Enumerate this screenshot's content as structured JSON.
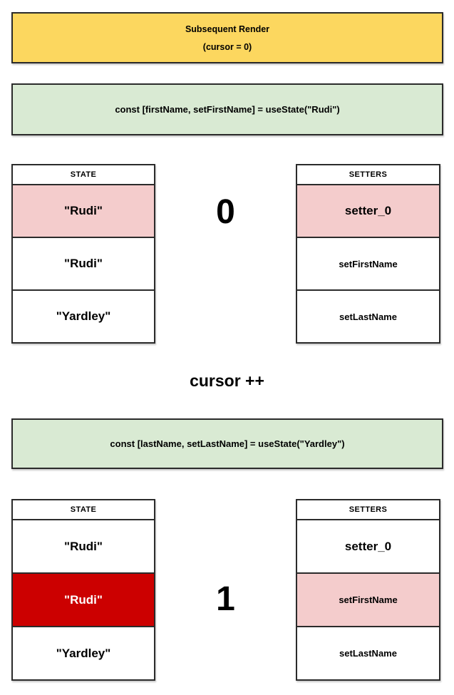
{
  "colors": {
    "banner-bg": "#fcd75f",
    "code-bg": "#d9ead3",
    "highlight-pink": "#f4cccc",
    "highlight-red": "#cc0000",
    "border": "#2b2b2b",
    "text": "#000000",
    "text-on-red": "#ffffff"
  },
  "banner": {
    "title": "Subsequent Render",
    "subtitle": "(cursor = 0)"
  },
  "code_blocks": [
    {
      "code": "const [firstName, setFirstName] = useState(\"Rudi\")"
    },
    {
      "code": "const [lastName, setLastName] = useState(\"Yardley\")"
    }
  ],
  "cursor_label": "cursor ++",
  "sections": [
    {
      "cursor_value": "0",
      "state": {
        "header": "STATE",
        "rows": [
          {
            "text": "\"Rudi\"",
            "highlight": "pink"
          },
          {
            "text": "\"Rudi\"",
            "highlight": "none"
          },
          {
            "text": "\"Yardley\"",
            "highlight": "none"
          }
        ]
      },
      "setters": {
        "header": "SETTERS",
        "rows": [
          {
            "text": "setter_0",
            "highlight": "pink"
          },
          {
            "text": "setFirstName",
            "highlight": "none"
          },
          {
            "text": "setLastName",
            "highlight": "none"
          }
        ]
      }
    },
    {
      "cursor_value": "1",
      "state": {
        "header": "STATE",
        "rows": [
          {
            "text": "\"Rudi\"",
            "highlight": "none"
          },
          {
            "text": "\"Rudi\"",
            "highlight": "red"
          },
          {
            "text": "\"Yardley\"",
            "highlight": "none"
          }
        ]
      },
      "setters": {
        "header": "SETTERS",
        "rows": [
          {
            "text": "setter_0",
            "highlight": "none"
          },
          {
            "text": "setFirstName",
            "highlight": "pink"
          },
          {
            "text": "setLastName",
            "highlight": "none"
          }
        ]
      }
    }
  ]
}
